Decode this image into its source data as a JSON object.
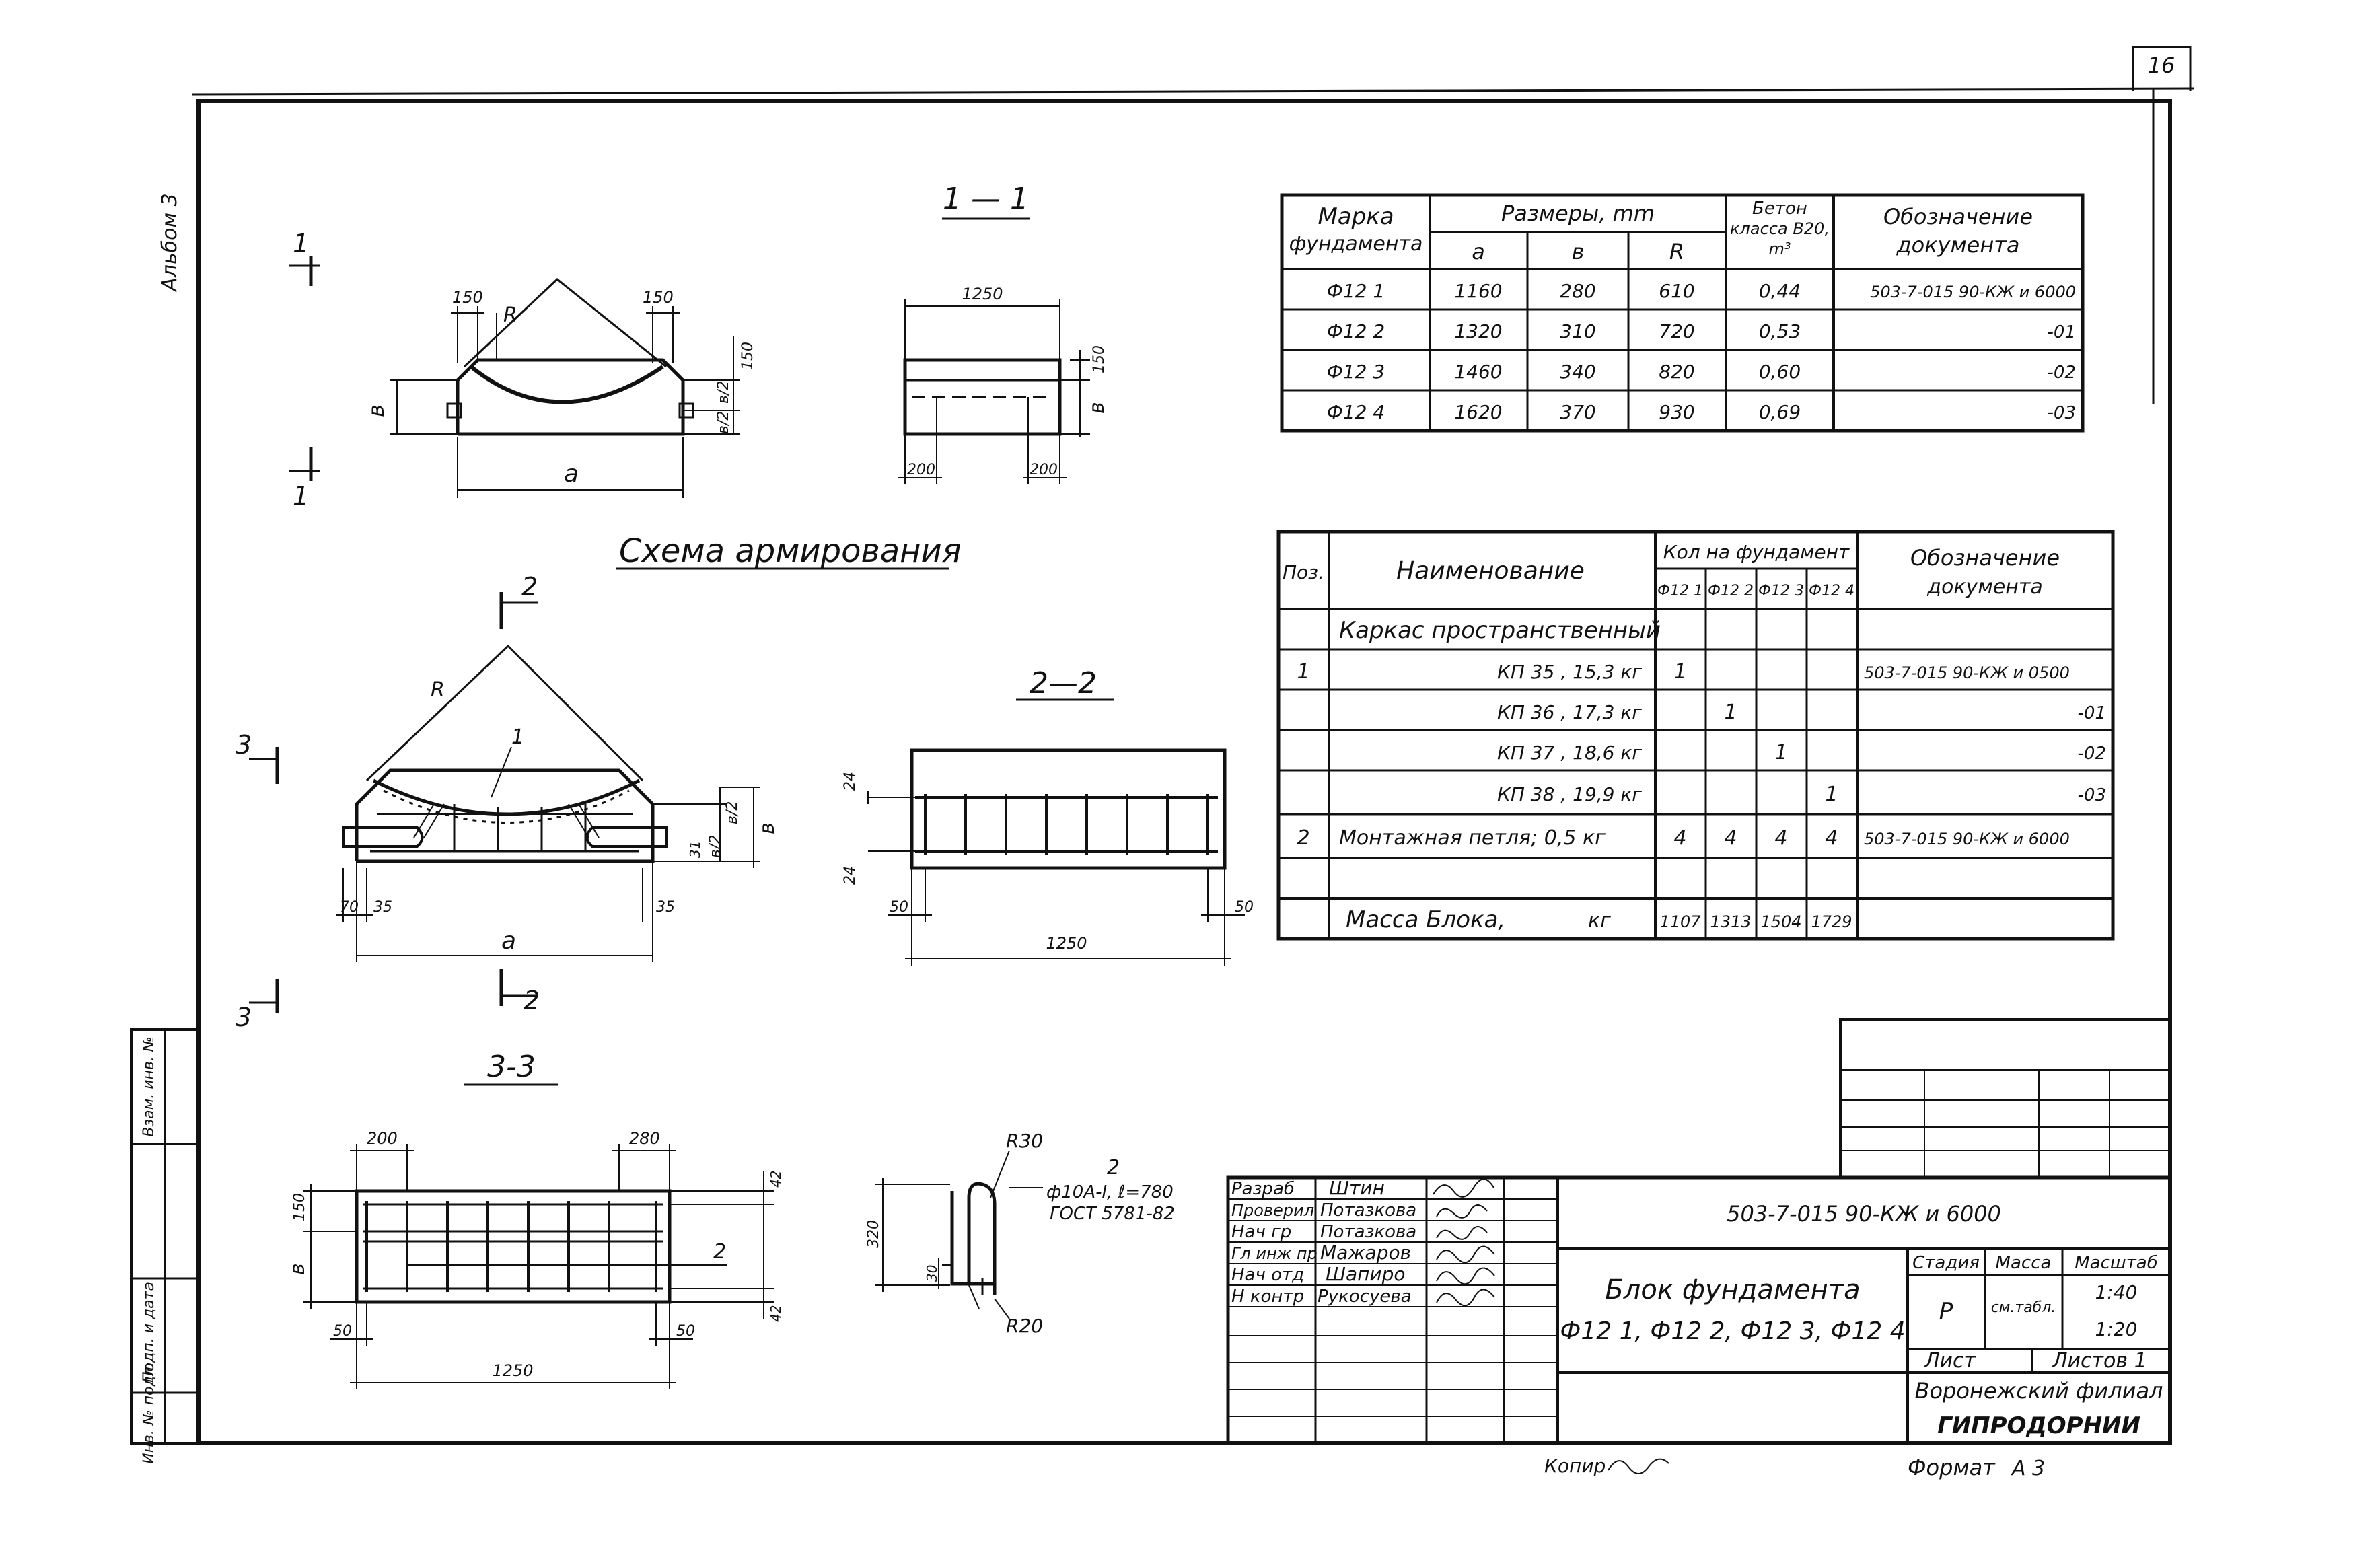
{
  "sheet": {
    "number": "16",
    "side_note": "Альбом 3",
    "format_label": "Формат",
    "format_value": "А 3",
    "copied_label": "Копир",
    "left_strip": [
      "Инв. № подл.",
      "Подп. и дата",
      "Взам. инв. №"
    ]
  },
  "drawings": {
    "section_1_1": "1 — 1",
    "section_2_2": "2—2",
    "section_3_3": "3-3",
    "reinforcement_title": "Схема армирования",
    "markers": {
      "one": "1",
      "two": "2",
      "three": "3"
    },
    "dims": {
      "d150": "150",
      "d1250": "1250",
      "d200": "200",
      "d280": "280",
      "d50": "50",
      "d35": "35",
      "d70": "70",
      "d31": "31",
      "d24": "24",
      "d42": "42",
      "d320": "320",
      "d30": "30",
      "r30": "R30",
      "r20": "R20",
      "a": "a",
      "b": "в",
      "b2": "в/2",
      "R": "R",
      "pos1": "1",
      "pos2": "2"
    },
    "loop_note": [
      "ф10A-I, ℓ=780",
      "ГОСТ 5781-82"
    ]
  },
  "dim_table": {
    "headers": {
      "mark": [
        "Марка",
        "фундамента"
      ],
      "sizes": "Размеры, mm",
      "a": "a",
      "b": "в",
      "r": "R",
      "concrete": [
        "Бетон",
        "класса В20,",
        "m³"
      ],
      "doc": [
        "Обозначение",
        "документа"
      ]
    },
    "rows": [
      {
        "mark": "Ф12 1",
        "a": "1160",
        "b": "280",
        "r": "610",
        "conc": "0,44",
        "doc": "503-7-015 90-КЖ и 6000"
      },
      {
        "mark": "Ф12 2",
        "a": "1320",
        "b": "310",
        "r": "720",
        "conc": "0,53",
        "doc": "-01"
      },
      {
        "mark": "Ф12 3",
        "a": "1460",
        "b": "340",
        "r": "820",
        "conc": "0,60",
        "doc": "-02"
      },
      {
        "mark": "Ф12 4",
        "a": "1620",
        "b": "370",
        "r": "930",
        "conc": "0,69",
        "doc": "-03"
      }
    ]
  },
  "spec_table": {
    "headers": {
      "pos": "Поз.",
      "name": "Наименование",
      "qty": "Кол на фундамент",
      "f1": "Ф12 1",
      "f2": "Ф12 2",
      "f3": "Ф12 3",
      "f4": "Ф12 4",
      "doc": [
        "Обозначение",
        "документа"
      ]
    },
    "group_title": "Каркас пространственный",
    "rows": [
      {
        "pos": "1",
        "name": "КП 35 ,  15,3 кг",
        "q1": "1",
        "q2": "",
        "q3": "",
        "q4": "",
        "doc": "503-7-015 90-КЖ и 0500"
      },
      {
        "pos": "",
        "name": "КП 36 ,  17,3 кг",
        "q1": "",
        "q2": "1",
        "q3": "",
        "q4": "",
        "doc": "-01"
      },
      {
        "pos": "",
        "name": "КП 37 ,  18,6 кг",
        "q1": "",
        "q2": "",
        "q3": "1",
        "q4": "",
        "doc": "-02"
      },
      {
        "pos": "",
        "name": "КП 38 ,  19,9 кг",
        "q1": "",
        "q2": "",
        "q3": "",
        "q4": "1",
        "doc": "-03"
      },
      {
        "pos": "2",
        "name": "Монтажная петля;  0,5 кг",
        "q1": "4",
        "q2": "4",
        "q3": "4",
        "q4": "4",
        "doc": "503-7-015 90-КЖ и 6000"
      }
    ],
    "mass": {
      "label": "Масса   Блока,",
      "unit": "кг",
      "m1": "1107",
      "m2": "1313",
      "m3": "1504",
      "m4": "1729"
    }
  },
  "title_block": {
    "code": "503-7-015 90-КЖ и 6000",
    "name_line1": "Блок  фундамента",
    "name_line2": "Ф12 1,  Ф12 2,  Ф12 3,  Ф12 4",
    "stage_label": "Стадия",
    "mass_label": "Масса",
    "scale_label": "Масштаб",
    "stage": "Р",
    "mass": "см.табл.",
    "scale1": "1:40",
    "scale2": "1:20",
    "sheet_label": "Лист",
    "sheets_label": "Листов 1",
    "org1": "Воронежский филиал",
    "org2": "ГИПРОДОРНИИ",
    "people": [
      {
        "role": "Разраб",
        "name": "Штин"
      },
      {
        "role": "Проверил",
        "name": "Потазкова"
      },
      {
        "role": "Нач гр",
        "name": "Потазкова"
      },
      {
        "role": "Гл инж пр",
        "name": "Мажаров"
      },
      {
        "role": "Нач отд",
        "name": "Шапиро"
      },
      {
        "role": "Н контр",
        "name": "Рукосуева"
      }
    ]
  }
}
